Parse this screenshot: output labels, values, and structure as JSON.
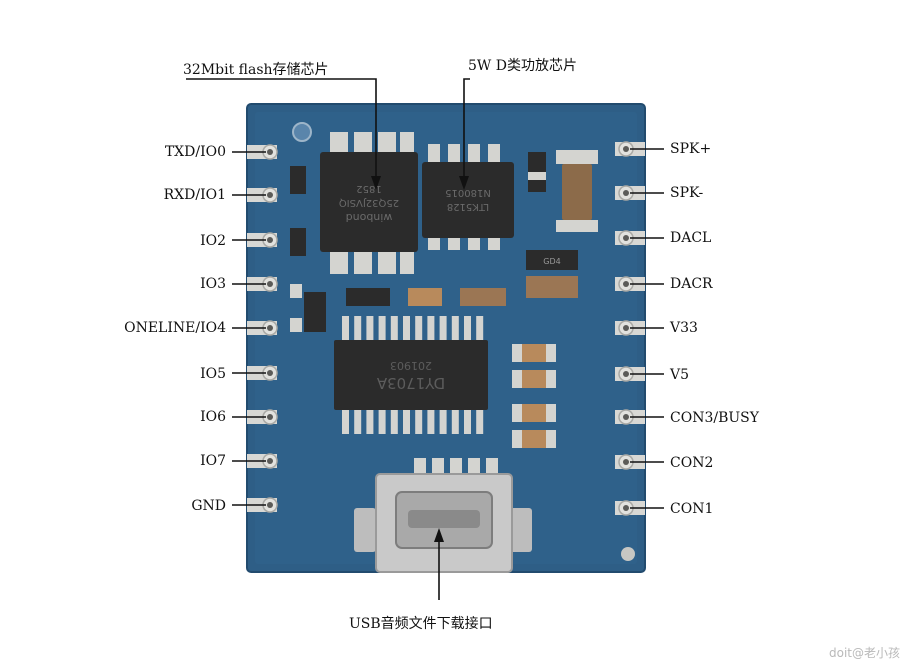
{
  "labels": {
    "flash_chip": "32Mbit flash存储芯片",
    "amp_chip": "5W D类功放芯片",
    "usb_port": "USB音频文件下载接口"
  },
  "left_pins": [
    "TXD/IO0",
    "RXD/IO1",
    "IO2",
    "IO3",
    "ONELINE/IO4",
    "IO5",
    "IO6",
    "IO7",
    "GND"
  ],
  "right_pins": [
    "SPK+",
    "SPK-",
    "DACL",
    "DACR",
    "V33",
    "V5",
    "CON3/BUSY",
    "CON2",
    "CON1"
  ],
  "chip_markings": {
    "flash": [
      "winbond",
      "25Q32JVSIQ",
      "1852"
    ],
    "amp": [
      "LTK5128",
      "N180015"
    ],
    "decoder": [
      "DY1703A",
      "201903"
    ],
    "cap": "GD4"
  },
  "watermark": "doit@老小孩",
  "colors": {
    "board": "#2e5e86",
    "board_edge": "#264f73",
    "pad": "#d8d8d4",
    "chip": "#2a2a2a",
    "usb": "#c9c9c9"
  }
}
